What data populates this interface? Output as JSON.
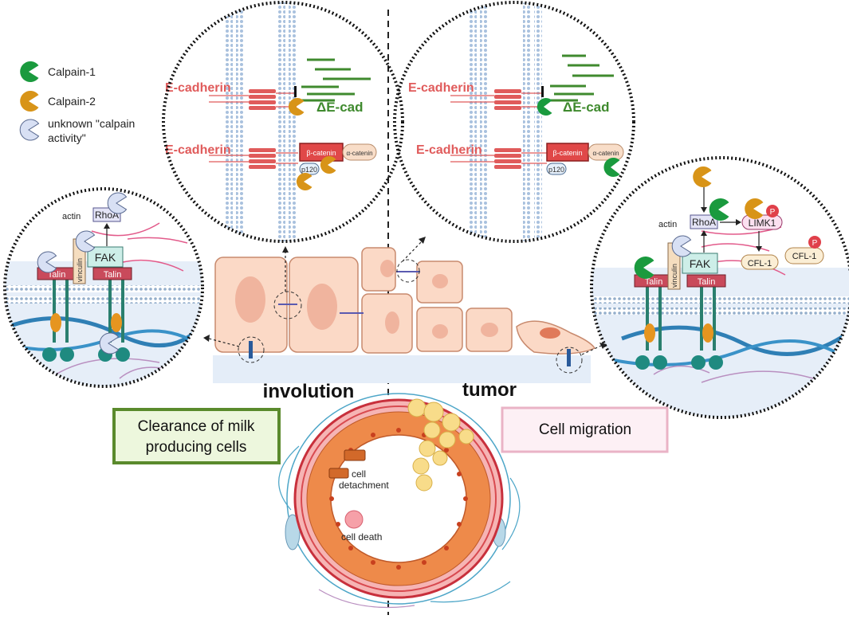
{
  "legend": {
    "calpain1": "Calpain-1",
    "calpain2": "Calpain-2",
    "unknown_line1": "unknown \"calpain",
    "unknown_line2": "activity\""
  },
  "labels": {
    "e_cadherin": "E-cadherin",
    "delta_ecad": "ΔE-cad",
    "beta_catenin": "β-catenin",
    "alpha_catenin": "α-catenin",
    "p120": "p120",
    "actin": "actin",
    "rhoa": "RhoA",
    "fak": "FAK",
    "vinculin": "vinculin",
    "talin": "Talin",
    "limk1": "LIMK1",
    "cfl1": "CFL-1",
    "phospho": "P",
    "involution": "involution",
    "tumor": "tumor",
    "clearance_line1": "Clearance of milk",
    "clearance_line2": "producing cells",
    "cell_migration": "Cell migration",
    "cell_detachment_line1": "cell",
    "cell_detachment_line2": "detachment",
    "cell_death": "cell death"
  },
  "colors": {
    "calpain1": "#1a9a3e",
    "calpain2": "#d89418",
    "unknown": "#d8e0f4",
    "cadherin_red": "#e05b5b",
    "delta_green": "#3f8a2e",
    "clearance_border": "#5a8a2c",
    "clearance_fill": "#edf7dd",
    "migration_border": "#eab3c6",
    "migration_fill": "#fdf0f5"
  }
}
